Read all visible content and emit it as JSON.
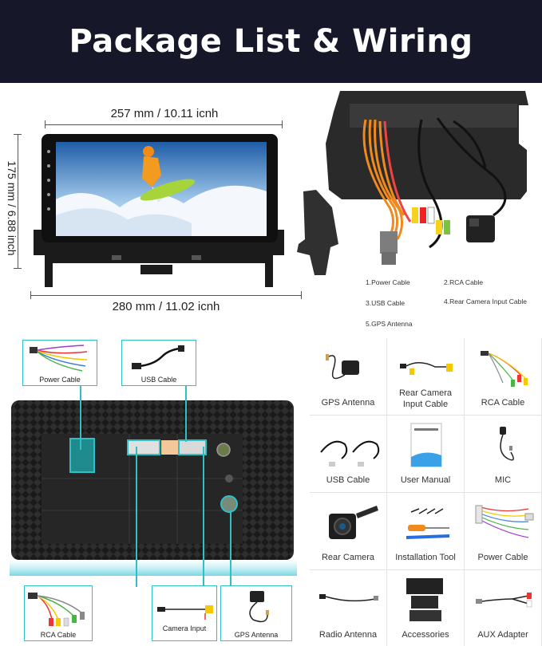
{
  "header": {
    "title": "Package List & Wiring"
  },
  "dimensions": {
    "top_width": "257 mm / 10.11 icnh",
    "bottom_width": "280 mm / 11.02 icnh",
    "height": "175 mm / 6.88 inch"
  },
  "harness_legend": {
    "item1": "1.Power Cable",
    "item2": "2.RCA Cable",
    "item3": "3.USB Cable",
    "item4": "4.Rear Camera Input Cable",
    "item5": "5.GPS Antenna"
  },
  "wiring_callouts": {
    "power": "Power Cable",
    "usb": "USB Cable",
    "rca": "RCA Cable",
    "camera": "Camera Input",
    "gps": "GPS Antenna"
  },
  "package_items": [
    {
      "label": "GPS Antenna",
      "icon": "gps-antenna-icon"
    },
    {
      "label": "Rear Camera\nInput Cable",
      "icon": "camera-input-cable-icon"
    },
    {
      "label": "RCA Cable",
      "icon": "rca-cable-icon"
    },
    {
      "label": "USB Cable",
      "icon": "usb-cable-icon"
    },
    {
      "label": "User Manual",
      "icon": "manual-icon"
    },
    {
      "label": "MIC",
      "icon": "mic-icon"
    },
    {
      "label": "Rear Camera",
      "icon": "rear-camera-icon"
    },
    {
      "label": "Installation Tool",
      "icon": "tool-icon"
    },
    {
      "label": "Power Cable",
      "icon": "power-cable-icon"
    },
    {
      "label": "Radio Antenna",
      "icon": "radio-antenna-icon"
    },
    {
      "label": "Accessories",
      "icon": "accessories-icon"
    },
    {
      "label": "AUX Adapter",
      "icon": "aux-adapter-icon"
    }
  ],
  "colors": {
    "header_bg": "#17172a",
    "accent_teal": "#2fc0c6"
  }
}
